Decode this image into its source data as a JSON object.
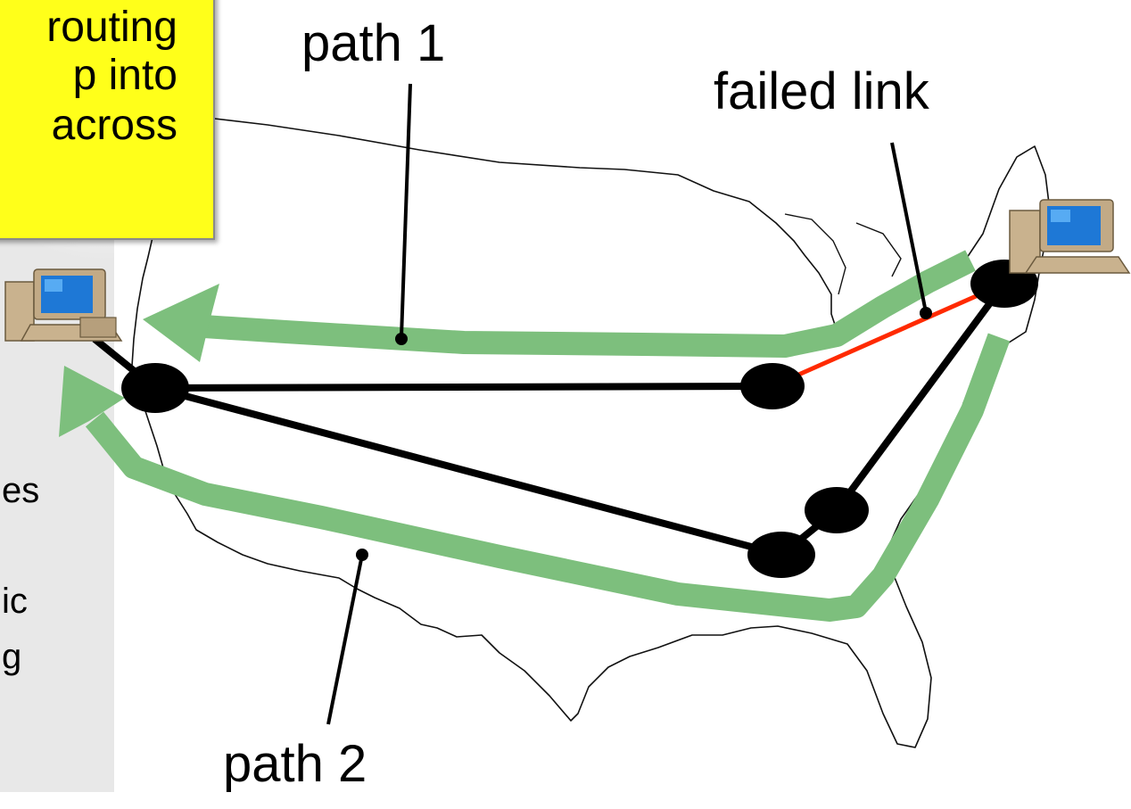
{
  "callout": {
    "lines": [
      "routing",
      "p into",
      "across"
    ]
  },
  "left_text": {
    "lines": [
      "es",
      "ic",
      "g"
    ]
  },
  "labels": {
    "path1": "path 1",
    "path2": "path 2",
    "failed_link": "failed link"
  },
  "colors": {
    "path_highlight": "#7dbf7d",
    "failed_link": "#ff2a00",
    "link": "#000000",
    "callout_bg": "#ffff1a"
  },
  "icons": {
    "west_host": "desktop-computer-icon",
    "east_host": "desktop-computer-icon"
  }
}
